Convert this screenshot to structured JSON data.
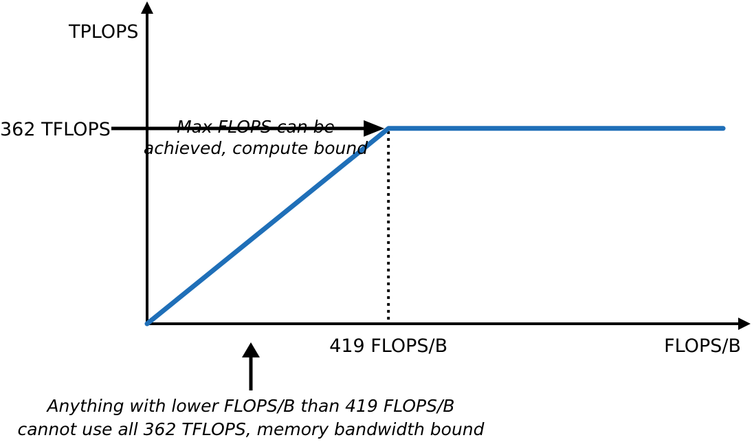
{
  "chart_data": {
    "type": "line",
    "title": "",
    "xlabel": "FLOPS/B",
    "ylabel": "TPLOPS",
    "ridge": {
      "x_label": "419 FLOPS/B",
      "y_label": "362 TFLOPS"
    },
    "series": [
      {
        "color": "#1f6fb8",
        "points": [
          {
            "x": 0,
            "y": 0
          },
          {
            "x": 419,
            "y": 362
          },
          {
            "x": 1000,
            "y": 362
          }
        ]
      }
    ],
    "xlim": [
      0,
      1050
    ],
    "ylim": [
      0,
      600
    ],
    "grid": false,
    "legend": "none",
    "annotations": {
      "top": [
        "Max FLOPS can be",
        "achieved, compute bound"
      ],
      "bottom": [
        "Anything with lower FLOPS/B than 419 FLOPS/B",
        "cannot use all 362 TFLOPS, memory bandwidth bound"
      ]
    },
    "colors": {
      "axis": "#000000",
      "line": "#1f6fb8"
    }
  }
}
